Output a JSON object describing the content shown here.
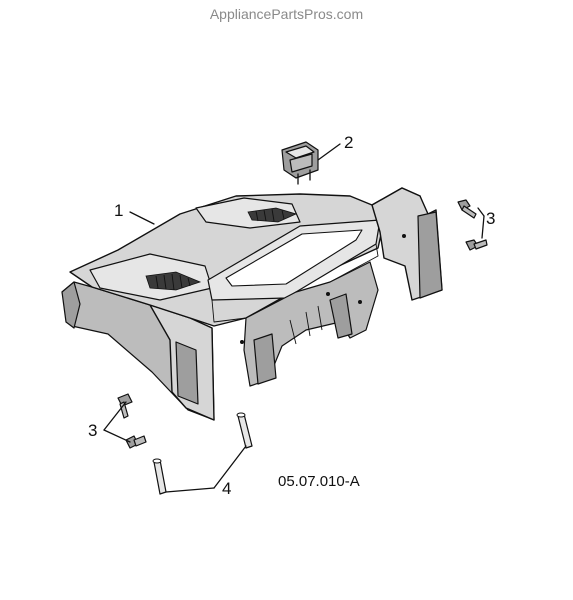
{
  "header": {
    "watermark": "AppliancePartsPros.com"
  },
  "callouts": {
    "part1": "1",
    "part2": "2",
    "part3_right": "3",
    "part3_left": "3",
    "part4": "4"
  },
  "figure_code": "05.07.010-A"
}
